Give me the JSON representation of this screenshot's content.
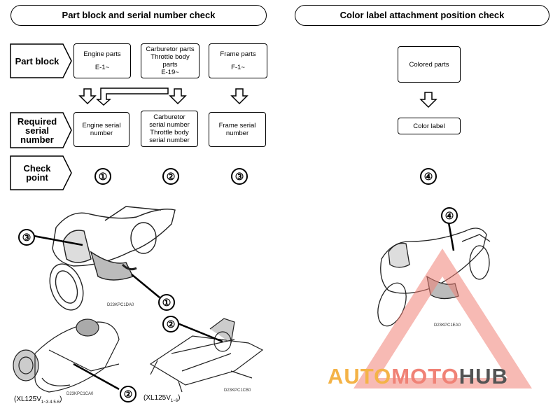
{
  "headers": {
    "left": "Part block and serial number check",
    "right": "Color label attachment position check"
  },
  "row_labels": {
    "part_block": "Part block",
    "required_serial": [
      "Required",
      "serial",
      "number"
    ],
    "check_point": [
      "Check",
      "point"
    ]
  },
  "part_blocks": [
    {
      "name": "Engine parts",
      "code": "E-1~"
    },
    {
      "name": "Carburetor parts Throttle body parts",
      "code": "E-19~"
    },
    {
      "name": "Frame parts",
      "code": "F-1~"
    }
  ],
  "serial_boxes": [
    "Engine serial number",
    "Carburetor serial number Throttle body serial number",
    "Frame serial number"
  ],
  "check_points": [
    "①",
    "②",
    "③"
  ],
  "color_label": {
    "colored_parts": "Colored parts",
    "label": "Color label",
    "check_point": "④"
  },
  "figure_callouts": [
    "③",
    "①",
    "②",
    "②",
    "④"
  ],
  "figure_codes": [
    "D23KPC1DA0",
    "D23KPC1CA0",
    "D23KPC1CB0",
    "D23KPC1EA0"
  ],
  "models": {
    "left": {
      "name": "(XL125V",
      "sub": "1~3·4·5·6",
      "close": ")"
    },
    "right": {
      "name": "(XL125V",
      "sub": "1~6",
      "close": ")"
    }
  },
  "watermark": {
    "part1": "AUTO",
    "part2": "MOTO",
    "part3": "HUB"
  },
  "colors": {
    "wm_yellow": "#f4b347",
    "wm_red": "#f08276",
    "wm_gray": "#545454"
  }
}
